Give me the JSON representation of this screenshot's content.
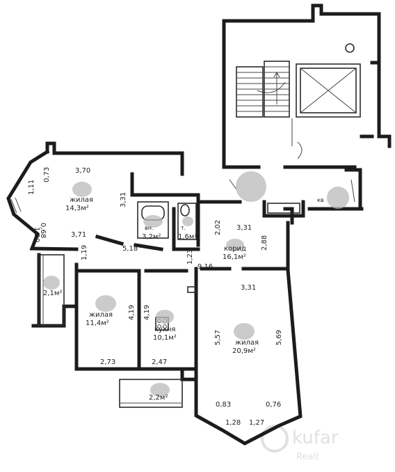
{
  "rooms": [
    {
      "id": "living-1",
      "name": "жилая",
      "area": "14,3м²"
    },
    {
      "id": "bath",
      "name": "вн.",
      "area": "3,2м²"
    },
    {
      "id": "wc",
      "name": "т.",
      "area": "1,6м²"
    },
    {
      "id": "corridor",
      "name": "корид",
      "area": "16,1м²"
    },
    {
      "id": "balcony-1",
      "name": "",
      "area": "2,1м²"
    },
    {
      "id": "living-2",
      "name": "жилая",
      "area": "11,4м²"
    },
    {
      "id": "kitchen",
      "name": "кухня",
      "area": "10,1м²"
    },
    {
      "id": "living-3",
      "name": "жилая",
      "area": "20,9м²"
    },
    {
      "id": "balcony-2",
      "name": "",
      "area": "2,2м²"
    }
  ],
  "dimensions": [
    "3,70",
    "0,73",
    "1,11",
    "1,30",
    "0,68",
    "3,31",
    "3,71",
    "5,18",
    "1,19",
    "3,31",
    "2,02",
    "2,88",
    "1,23",
    "9,16",
    "3,31",
    "4,19",
    "4,19",
    "5,57",
    "5,69",
    "2,73",
    "2,47",
    "0,83",
    "0,76",
    "1,28",
    "1,27"
  ],
  "labels": {
    "stair_mark": "кв"
  },
  "watermark": {
    "brand": "kufar",
    "sub": "Realt"
  }
}
